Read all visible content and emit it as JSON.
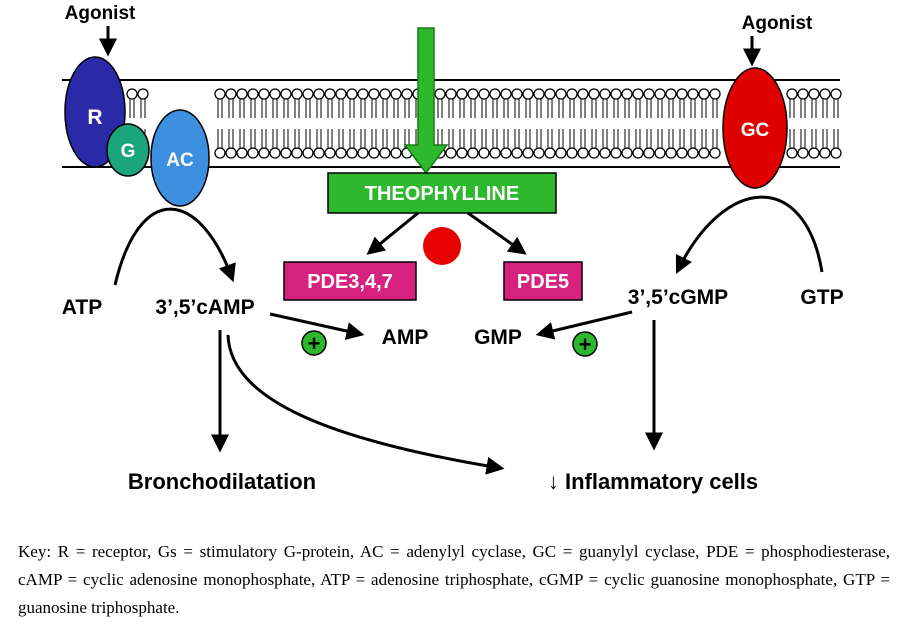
{
  "diagram": {
    "agonist_left": "Agonist",
    "agonist_right": "Agonist",
    "receptor": "R",
    "g_protein": "G",
    "adenylyl_cyclase": "AC",
    "guanylyl_cyclase": "GC",
    "theophylline": "THEOPHYLLINE",
    "pde_camp": "PDE3,4,7",
    "pde_cgmp": "PDE5",
    "atp": "ATP",
    "camp": "3’,5’cAMP",
    "amp": "AMP",
    "gmp": "GMP",
    "cgmp": "3’,5’cGMP",
    "gtp": "GTP",
    "plus": "+",
    "bronchodilatation": "Bronchodilatation",
    "inflammatory_cells": "↓ Inflammatory cells"
  },
  "colors": {
    "receptor": "#2a2aa8",
    "g_protein": "#1aa67a",
    "adenylyl_cyclase": "#3d8fe0",
    "guanylyl_cyclase": "#e00000",
    "theophylline": "#2db82d",
    "pde": "#d6217f",
    "inhibitor_dot": "#e60000",
    "plus_badge": "#2db82d"
  },
  "key_text": "Key: R = receptor, Gs = stimulatory G-protein, AC = adenylyl cyclase, GC = guanylyl cyclase, PDE = phosphodiesterase, cAMP = cyclic adenosine monophosphate, ATP = adenosine triphosphate,  cGMP = cyclic guanosine monophosphate, GTP = guanosine triphosphate."
}
